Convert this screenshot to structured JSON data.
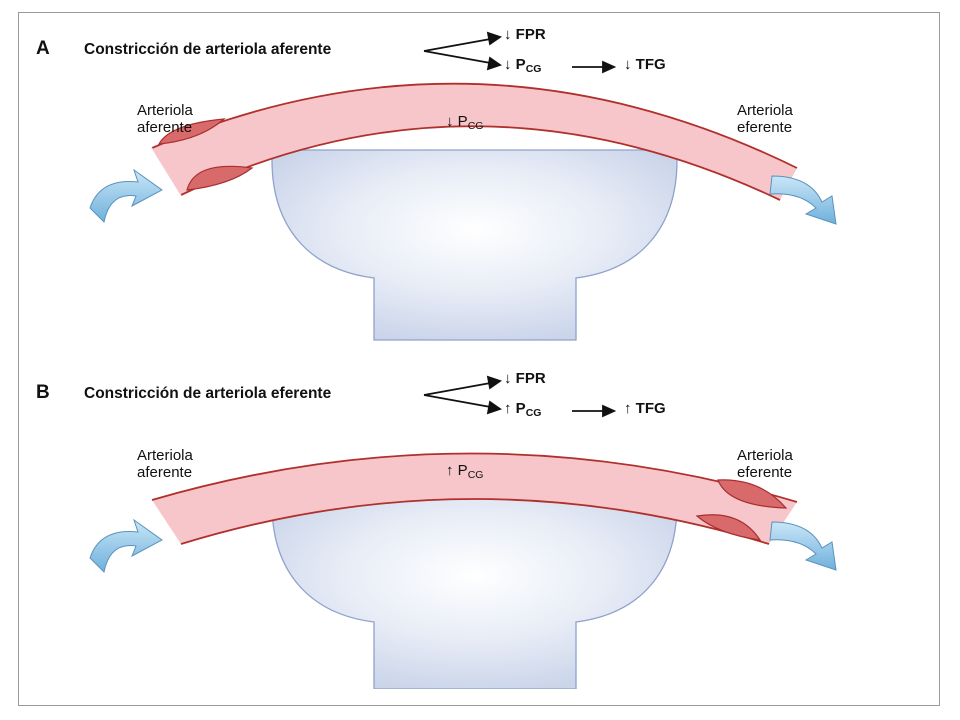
{
  "colors": {
    "vessel_fill": "#f7c6cb",
    "vessel_stroke": "#b0302c",
    "constriction": "#d96a6c",
    "glomerulus_fill": "#dfe6f4",
    "glomerulus_stroke": "#8fa2cc",
    "flow_arrow": "#8ec4e6"
  },
  "panels": [
    {
      "letter": "A",
      "heading": "Constricción de arteriola aferente",
      "top_arrow": "↓",
      "top_result": "FPR",
      "bottom_arrow": "↓",
      "bottom_p": "P",
      "bottom_sub": "CG",
      "final_arrow": "↓",
      "final_result": "TFG",
      "left_label_1": "Arteriola",
      "left_label_2": "aferente",
      "right_label_1": "Arteriola",
      "right_label_2": "eferente",
      "inside_arrow": "↓",
      "inside_p": "P",
      "inside_sub": "CG",
      "constricted_side": "aferente"
    },
    {
      "letter": "B",
      "heading": "Constricción de arteriola eferente",
      "top_arrow": "↓",
      "top_result": "FPR",
      "bottom_arrow": "↑",
      "bottom_p": "P",
      "bottom_sub": "CG",
      "final_arrow": "↑",
      "final_result": "TFG",
      "left_label_1": "Arteriola",
      "left_label_2": "aferente",
      "right_label_1": "Arteriola",
      "right_label_2": "eferente",
      "inside_arrow": "↑",
      "inside_p": "P",
      "inside_sub": "CG",
      "constricted_side": "eferente"
    }
  ]
}
